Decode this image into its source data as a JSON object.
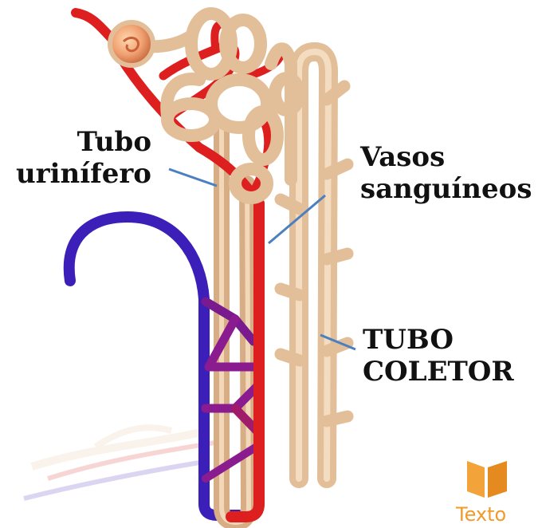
{
  "labels": {
    "urinifero": [
      "Tubo",
      "urinífero"
    ],
    "vasos": [
      "Vasos",
      "sanguíneos"
    ],
    "coletor": [
      "TUBO",
      "COLETOR"
    ]
  },
  "logo": {
    "text": "Texto",
    "icon": "book-icon",
    "color": "#f09a2a"
  },
  "colors": {
    "tube": "#e2bf98",
    "artery": "#dd1f1f",
    "vein": "#3c1fb8",
    "capillary": "#8a1c8f",
    "pointer": "#4a7fc0"
  }
}
